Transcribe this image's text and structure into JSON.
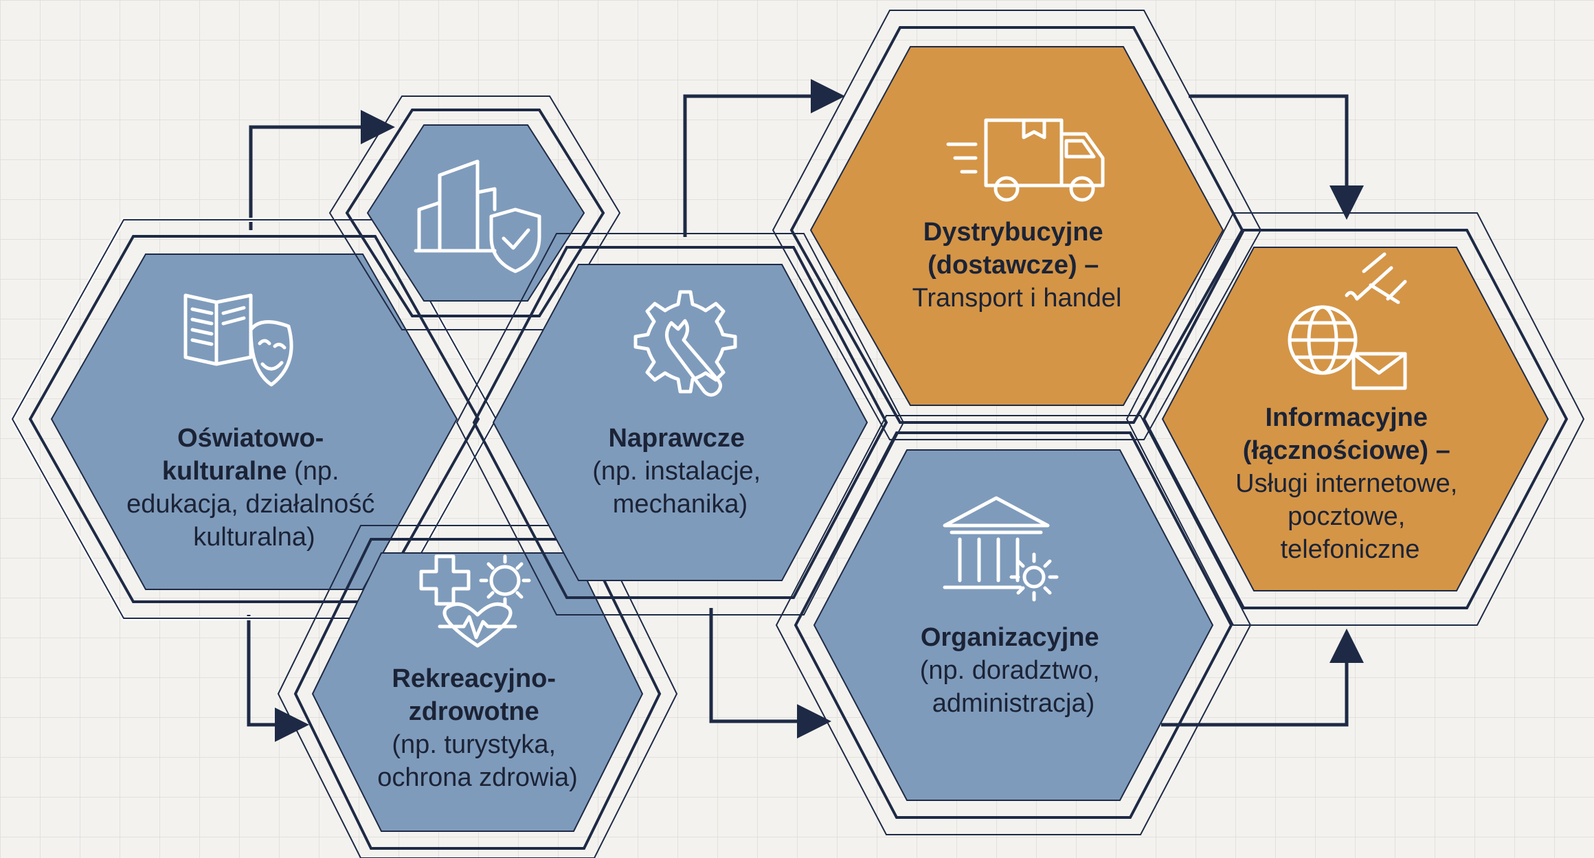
{
  "colors": {
    "background": "#f3f2ef",
    "grid": "#dcdbd6",
    "blue_fill": "#7f9bbb",
    "orange_fill": "#d49547",
    "dark_outline": "#1e2a45",
    "text": "#1b2336",
    "icon": "#ffffff"
  },
  "nodes": [
    {
      "id": "oswiatowo",
      "color": "blue",
      "icon": "book-theater-mask-icon",
      "bold_lines": [
        "Oświatowo-"
      ],
      "mixed_line": {
        "bold": "kulturalne",
        "normal": " (np."
      },
      "lines": [
        "edukacja, działalność",
        "kulturalna)"
      ]
    },
    {
      "id": "bezpieczenstwo",
      "color": "blue",
      "icon": "buildings-shield-icon",
      "bold_lines": [],
      "lines": []
    },
    {
      "id": "rekreacyjno",
      "color": "blue",
      "icon": "health-sun-icon",
      "bold_lines": [
        "Rekreacyjno-",
        "zdrowotne"
      ],
      "lines": [
        "(np. turystyka,",
        "ochrona zdrowia)"
      ]
    },
    {
      "id": "naprawcze",
      "color": "blue",
      "icon": "gear-wrench-icon",
      "bold_lines": [
        "Naprawcze"
      ],
      "lines": [
        "(np. instalacje,",
        "mechanika)"
      ]
    },
    {
      "id": "dystrybucyjne",
      "color": "orange",
      "icon": "truck-icon",
      "bold_lines": [
        "Dystrybucyjne",
        "(dostawcze) –"
      ],
      "lines": [
        "Transport i handel"
      ]
    },
    {
      "id": "organizacyjne",
      "color": "blue",
      "icon": "institution-gear-icon",
      "bold_lines": [
        "Organizacyjne"
      ],
      "lines": [
        "(np. doradztwo,",
        "administracja)"
      ]
    },
    {
      "id": "informacyjne",
      "color": "orange",
      "icon": "globe-satellite-mail-icon",
      "bold_lines": [
        "Informacyjne",
        "(łącznościowe) –"
      ],
      "lines": [
        "Usługi internetowe,",
        "pocztowe,",
        "telefoniczne"
      ]
    }
  ]
}
